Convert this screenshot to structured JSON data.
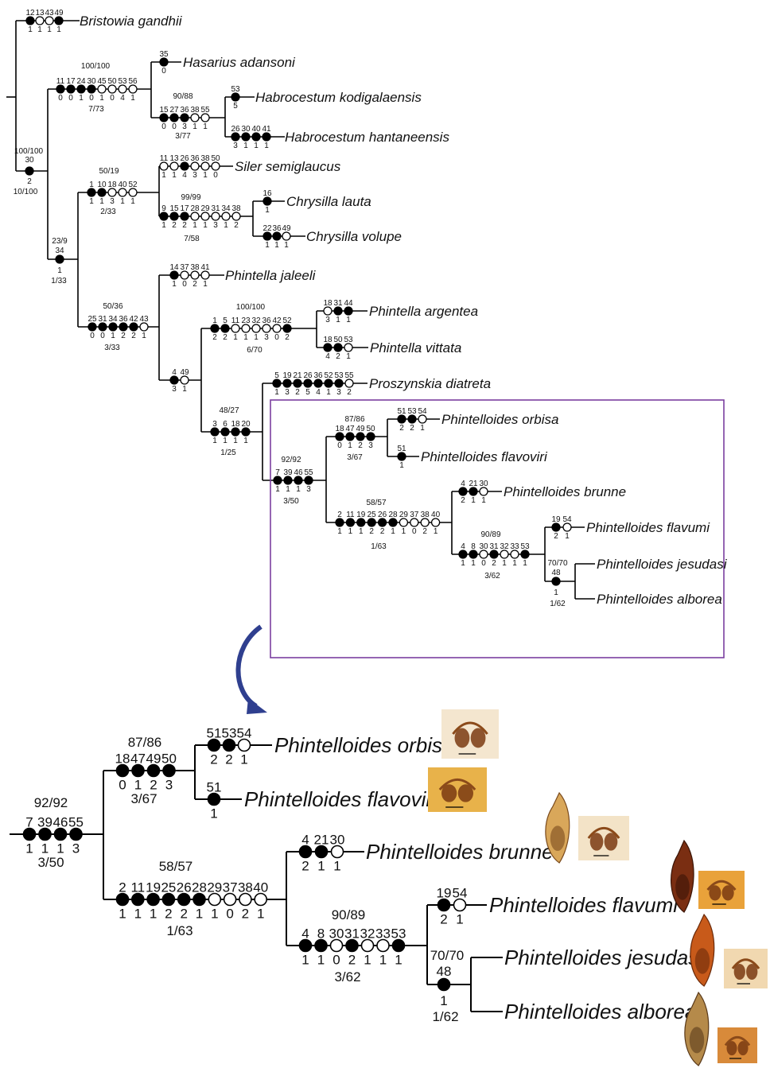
{
  "colors": {
    "line": "#000000",
    "filled": "#000000",
    "open": "#ffffff",
    "inset_frame": "#7b3fa0",
    "arrow": "#2f3f8f"
  },
  "top": {
    "species": {
      "bristowia": "Bristowia gandhii",
      "hasarius": "Hasarius adansoni",
      "habro_kod": "Habrocestum kodigalaensis",
      "habro_han": "Habrocestum hantaneensis",
      "siler": "Siler semiglaucus",
      "chry_lauta": "Chrysilla lauta",
      "chry_volupe": "Chrysilla volupe",
      "phin_jal": "Phintella jaleeli",
      "phin_arg": "Phintella argentea",
      "phin_vit": "Phintella vittata",
      "prosz": "Proszynskia diatreta",
      "po_orbisa": "Phintelloides orbisa",
      "po_flavoviri": "Phintelloides flavoviri",
      "po_brunne": "Phintelloides brunne",
      "po_flavumi": "Phintelloides flavumi",
      "po_jesudasi": "Phintelloides jesudasi",
      "po_alborea": "Phintelloides alborea"
    },
    "nodes": {
      "root": {
        "support": "100/100",
        "char": "30",
        "state": "2",
        "bremer": "10/100"
      },
      "c2334": {
        "support": "23/9",
        "char": "34",
        "state": "1",
        "bremer": "1/33"
      },
      "c100a": {
        "support": "100/100",
        "chars": "11 17 24 30 45 50 53 56",
        "states": "0 0 1 0 1 0 4 1",
        "bremer": "7/73"
      },
      "c9088": {
        "support": "90/88",
        "chars": "15 27 36 38 55",
        "states": "0 0 3 1 1",
        "bremer": "3/77"
      },
      "c5019": {
        "support": "50/19",
        "chars": "1 10 18 40 52",
        "states": "1 1 3 1 1",
        "bremer": "2/33"
      },
      "c9999": {
        "support": "99/99",
        "chars": "9 15 17 28 29 31 34 38",
        "states": "1 2 2 1 1 3 1 2",
        "bremer": "7/58"
      },
      "c5036": {
        "support": "50/36",
        "chars": "25 31 34 36 42 43",
        "states": "0 0 1 2 2 1",
        "bremer": "3/33"
      },
      "c449": {
        "chars": "4 49",
        "states": "3 1"
      },
      "c100b": {
        "support": "100/100",
        "chars": "1 5 11 23 32 36 42 52",
        "states": "2 2 1 1 1 3 0 2",
        "bremer": "6/70"
      },
      "c4827": {
        "support": "48/27",
        "chars": "3 6 18 20",
        "states": "1 1 1 1",
        "bremer": "1/25"
      }
    },
    "tips": {
      "bristowia": {
        "chars": "12 13 43 49",
        "states": "1 1 1 1"
      },
      "hasarius": {
        "chars": "35",
        "states": "0"
      },
      "habro_kod": {
        "chars": "53",
        "states": "5"
      },
      "habro_han": {
        "chars": "26 30 40 41",
        "states": "3 1 1 1"
      },
      "siler": {
        "chars": "11 13 26 36 38 50",
        "states": "1 1 4 3 1 0"
      },
      "chry_lauta": {
        "chars": "16",
        "states": "1"
      },
      "chry_volupe": {
        "chars": "22 36 49",
        "states": "1 1 1"
      },
      "phin_jal": {
        "chars": "14 37 38 41",
        "states": "1 0 2 1"
      },
      "phin_arg": {
        "chars": "18 31 44",
        "states": "3 1 1"
      },
      "phin_vit": {
        "chars": "18 50 53",
        "states": "4 2 1"
      },
      "prosz": {
        "chars": "5 19 21 26 36 52 53 55",
        "states": "1 3 2 5 4 1 3 2"
      }
    }
  },
  "clade": {
    "base": {
      "support": "92/92",
      "chars": "7 39 46 55",
      "states": "1 1 1 3",
      "bremer": "3/50"
    },
    "n8786": {
      "support": "87/86",
      "chars": "18 47 49 50",
      "states": "0 1 2 3",
      "bremer": "3/67"
    },
    "orbisa": {
      "chars": "51 53 54",
      "states": "2 2 1"
    },
    "flavoviri": {
      "chars": "51",
      "states": "1"
    },
    "n5857": {
      "support": "58/57",
      "chars": "2 11 19 25 26 28 29 37 38 40",
      "states": "1 1 1 2 2 1 1 0 2 1",
      "bremer": "1/63"
    },
    "brunne": {
      "chars": "4 21 30",
      "states": "2 1 1"
    },
    "n9089": {
      "support": "90/89",
      "chars": "4 8 30 31 32 33 53",
      "states": "1 1 0 2 1 1 1",
      "bremer": "3/62"
    },
    "flavumi": {
      "chars": "19 54",
      "states": "2 1"
    },
    "n7070": {
      "support": "70/70",
      "chars": "48",
      "states": "1",
      "bremer": "1/62"
    }
  }
}
